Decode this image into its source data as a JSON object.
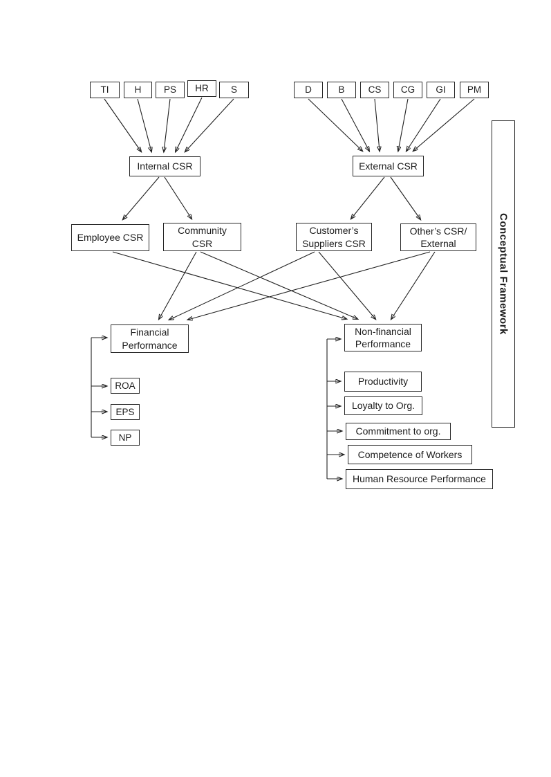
{
  "page": {
    "background": "#ffffff",
    "line_color": "#1f1f1f",
    "border_color": "#262626"
  },
  "top_left_inputs": [
    {
      "label": "TI"
    },
    {
      "label": "H"
    },
    {
      "label": "PS"
    },
    {
      "label": "HR"
    },
    {
      "label": "S"
    }
  ],
  "top_right_inputs": [
    {
      "label": "D"
    },
    {
      "label": "B"
    },
    {
      "label": "CS"
    },
    {
      "label": "CG"
    },
    {
      "label": "GI"
    },
    {
      "label": "PM"
    }
  ],
  "nodes": {
    "internal_csr": "Internal CSR",
    "external_csr": "External CSR",
    "employee_csr": "Employee CSR",
    "community_csr": {
      "lines": [
        "Community",
        "CSR"
      ]
    },
    "customers_suppliers_csr": {
      "lines": [
        "Customer’s",
        "Suppliers CSR"
      ]
    },
    "others_csr_external": {
      "lines": [
        "Other’s CSR/",
        "External"
      ]
    },
    "financial_performance": {
      "lines": [
        "Financial",
        "Performance"
      ]
    },
    "nonfinancial_performance": {
      "lines": [
        "Non-financial",
        "Performance"
      ]
    }
  },
  "financial_indicators": [
    {
      "label": "ROA"
    },
    {
      "label": "EPS"
    },
    {
      "label": "NP"
    }
  ],
  "nonfinancial_indicators": [
    {
      "label": "Productivity"
    },
    {
      "label": "Loyalty to Org."
    },
    {
      "label": "Commitment  to org."
    },
    {
      "label": "Competence of Workers"
    },
    {
      "label": "Human Resource Performance"
    }
  ],
  "sidebar": {
    "label": "Conceptual Framework"
  }
}
